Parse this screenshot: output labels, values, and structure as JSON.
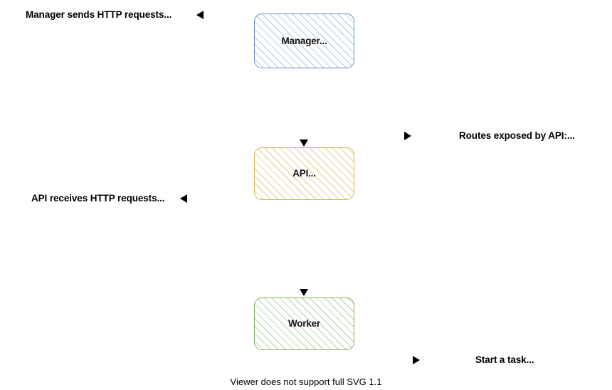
{
  "diagram": {
    "type": "flowchart",
    "orientation": "vertical",
    "nodes": [
      {
        "id": "manager",
        "label": "Manager...",
        "border_color": "#6c8ebf",
        "fill_style": "diagonal-hatch",
        "fill_color": "#8cafdc"
      },
      {
        "id": "api",
        "label": "API...",
        "border_color": "#d6b656",
        "fill_style": "diagonal-hatch",
        "fill_color": "#deb85a"
      },
      {
        "id": "worker",
        "label": "Worker",
        "border_color": "#82b366",
        "fill_style": "diagonal-hatch",
        "fill_color": "#8aba6e"
      }
    ],
    "edge_labels": [
      {
        "id": "manager-sends",
        "text": "Manager sends HTTP requests...",
        "marker": "arrow-left"
      },
      {
        "id": "api-receives",
        "text": "API receives HTTP requests...",
        "marker": "arrow-left"
      },
      {
        "id": "routes-exposed",
        "text": "Routes exposed by API:...",
        "marker": "arrow-right"
      },
      {
        "id": "start-task",
        "text": "Start a task...",
        "marker": "arrow-right"
      }
    ],
    "connector_markers": [
      {
        "id": "into-api",
        "direction": "down"
      },
      {
        "id": "into-worker",
        "direction": "down"
      }
    ]
  },
  "footer": {
    "note": "Viewer does not support full SVG 1.1"
  }
}
